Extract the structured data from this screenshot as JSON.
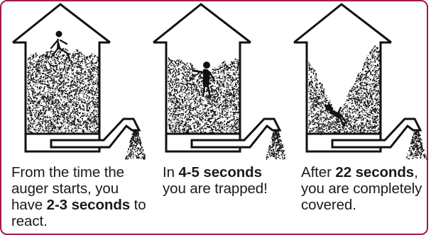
{
  "panels": [
    {
      "caption_parts": [
        "From the time the auger starts, you have ",
        "2-3 seconds",
        " to react."
      ],
      "stage": "grain-level-high-person-on-surface"
    },
    {
      "caption_parts": [
        "In ",
        "4-5 seconds",
        " you are trapped!"
      ],
      "stage": "grain-funnel-forming-person-sinking"
    },
    {
      "caption_parts": [
        "After ",
        "22 seconds",
        ", you are completely covered."
      ],
      "stage": "grain-deep-funnel-person-buried"
    }
  ],
  "colors": {
    "border": "#a01c3f",
    "ink": "#111111",
    "text": "#1a1a1a"
  }
}
